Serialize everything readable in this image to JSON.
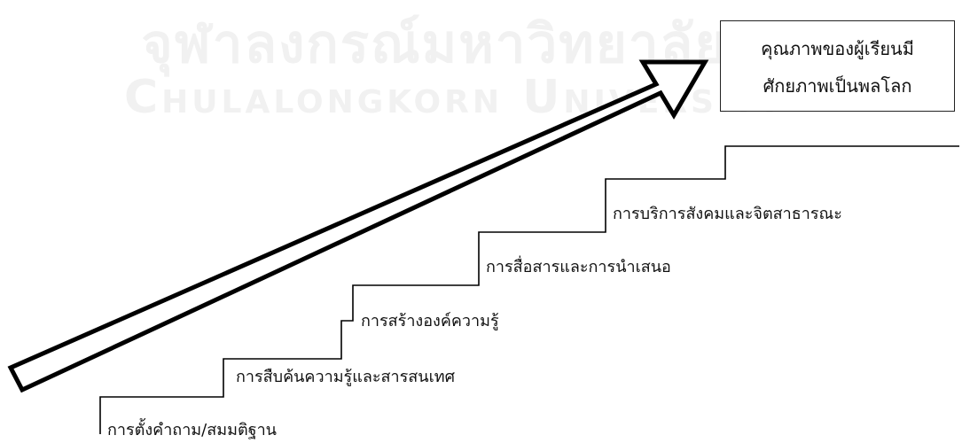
{
  "watermark": {
    "thai": "จุฬาลงกรณ์มหาวิทยาลัย",
    "english": "Chulalongkorn University"
  },
  "goal": {
    "line1": "คุณภาพของผู้เรียนมี",
    "line2": "ศักยภาพเป็นพลโลก"
  },
  "steps": [
    {
      "label": "การตั้งคำถาม/สมมติฐาน"
    },
    {
      "label": "การสืบค้นความรู้และสารสนเทศ"
    },
    {
      "label": "การสร้างองค์ความรู้"
    },
    {
      "label": "การสื่อสารและการนำเสนอ"
    },
    {
      "label": "การบริการสังคมและจิตสาธารณะ"
    }
  ],
  "colors": {
    "line": "#000000",
    "watermark": "#f1f1f1"
  }
}
